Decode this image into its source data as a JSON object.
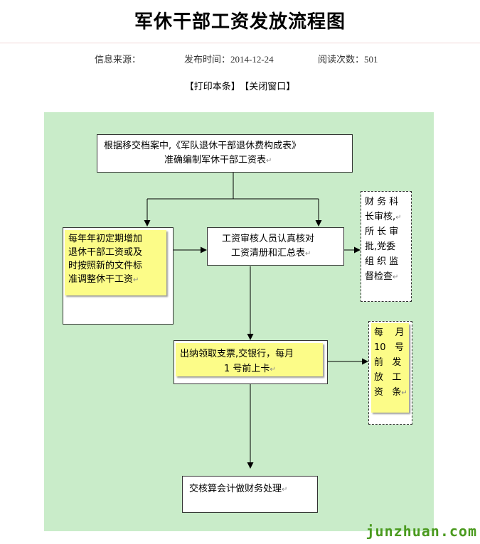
{
  "page": {
    "title": "军休干部工资发放流程图",
    "source_label": "信息来源：",
    "publish_label": "发布时间：",
    "publish_date": "2014-12-24",
    "reads_label": "阅读次数：",
    "reads": "501",
    "print_link": "【打印本条】",
    "close_link": "【关闭窗口】",
    "watermark": "junzhuan.com"
  },
  "flow": {
    "top_line1": "根据移交档案中,《军队退休干部退休费构成表》",
    "top_line2": "准确编制军休干部工资表",
    "left_line1": "每年年初定期增加",
    "left_line2": "退休干部工资或及",
    "left_line3": "时按照新的文件标",
    "left_line4": "准调整休干工资",
    "mid_line1": "工资审核人员认真核对",
    "mid_line2": "工资清册和汇总表",
    "right1_line1": "财 务 科",
    "right1_line2": "长审核,",
    "right1_line3": "所 长 审",
    "right1_line4": "批,党委",
    "right1_line5": "组 织 监",
    "right1_line6": "督检查",
    "cashier_line1": "出纳领取支票,交银行，每月",
    "cashier_line2": "1 号前上卡",
    "right2_line1": "每    月",
    "right2_line2": "10   号",
    "right2_line3": "前   发",
    "right2_line4": "放   工",
    "right2_line5": "资   条",
    "bottom_line1": "交核算会计做财务处理",
    "return_mark": "↵"
  }
}
